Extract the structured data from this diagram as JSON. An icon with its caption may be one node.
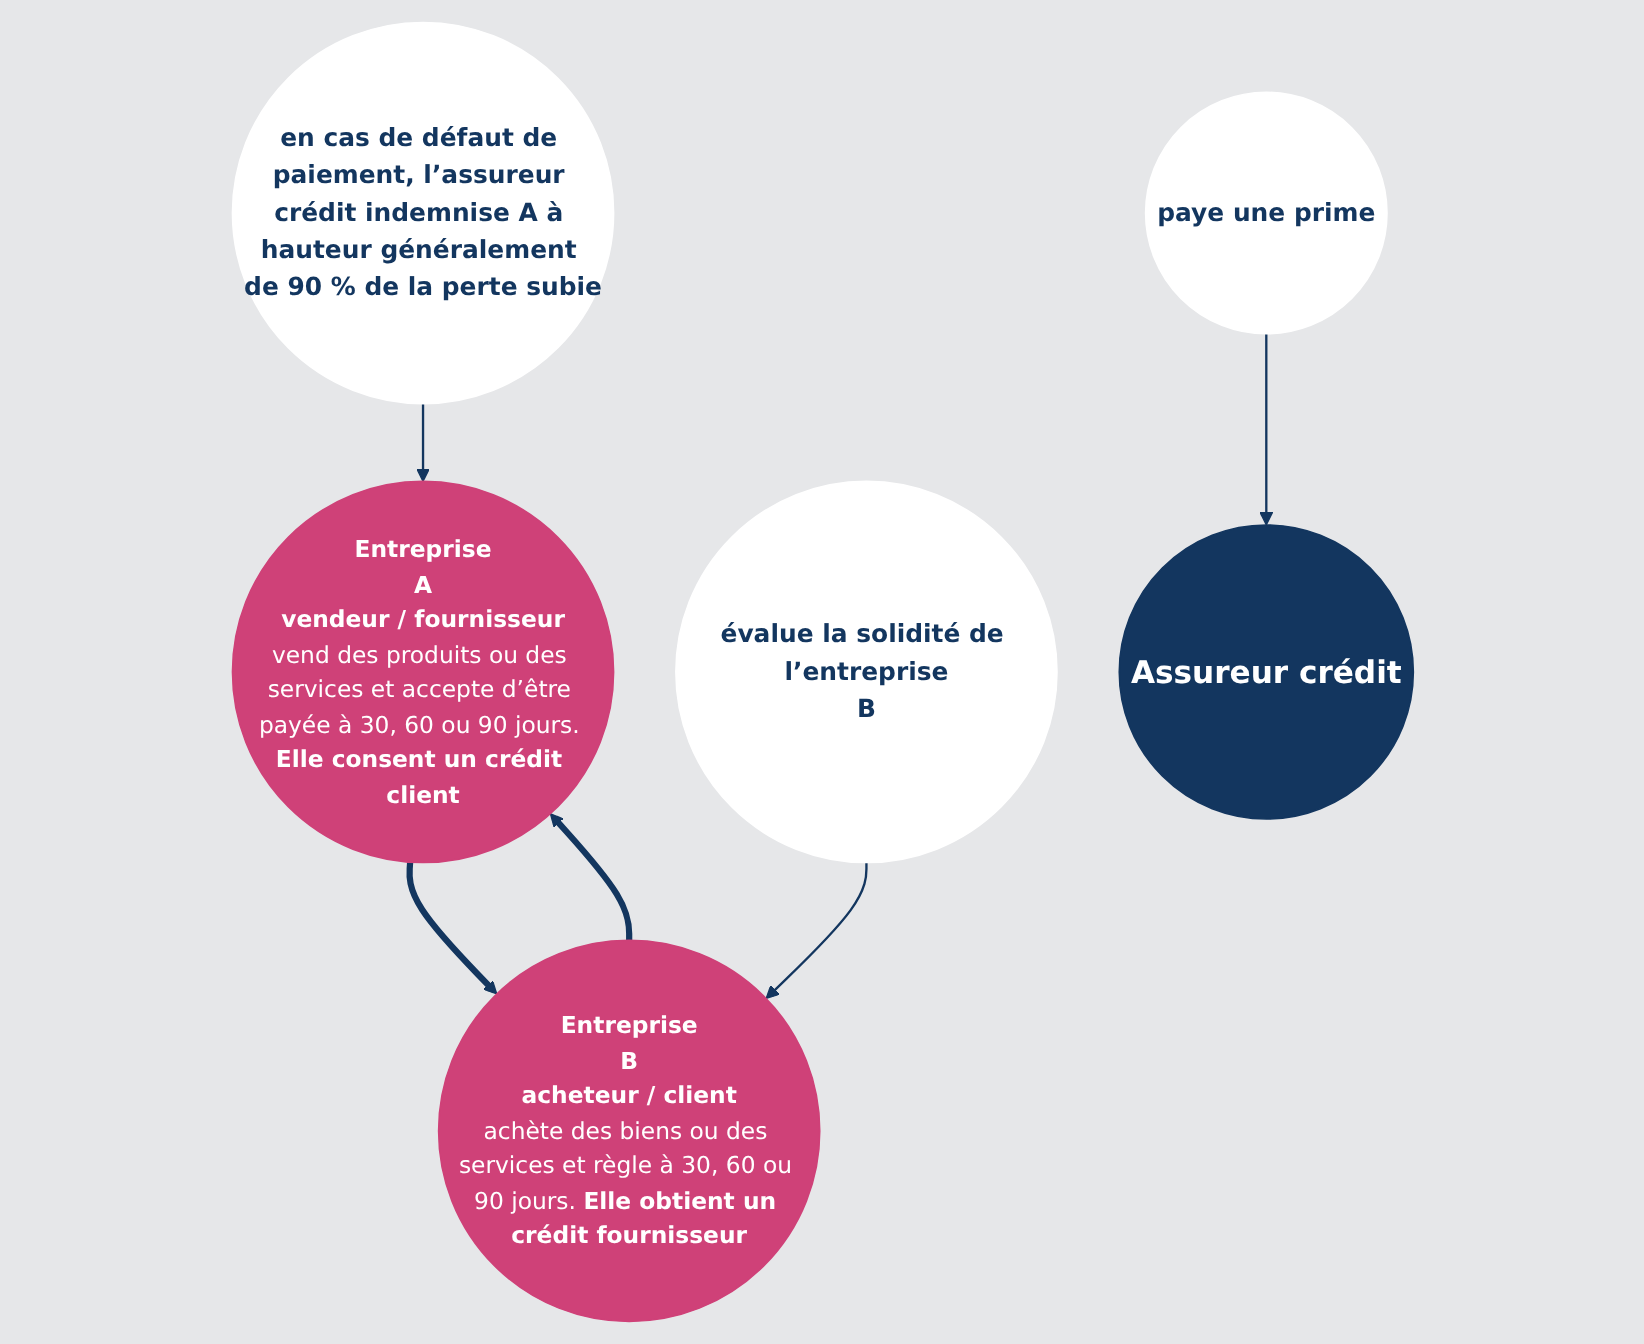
{
  "diagram": {
    "nodes": [
      {
        "text": [
          "Entreprise",
          "A",
          "vendeur / fournisseur",
          "vend des produits ou des services et accepte d’être payée à 30, 60 ou 90 jours. **Elle consent un crédit client**"
        ]
      },
      {
        "text": [
          "Entreprise",
          "B",
          "acheteur / client",
          "achète des biens ou des services et règle à 30, 60 ou 90 jours. **Elle obtient un crédit fournisseur**"
        ]
      },
      {
        "text": [
          "paye une prime"
        ]
      },
      {
        "text": [
          "en cas de défaut de paiement, l’assureur crédit indemnise A à hauteur généralement de 90 % de la perte subie"
        ]
      },
      {
        "text": [
          "évalue la solidité de l’entreprise",
          "B"
        ]
      },
      {
        "text": [
          "Assureur crédit"
        ]
      }
    ],
    "edges": [
      {
        "from": 0,
        "to": 1,
        "arrow": "to",
        "style": "thick"
      },
      {
        "from": 1,
        "to": 0,
        "arrow": "to",
        "style": "thick"
      },
      {
        "from": 2,
        "to": 5,
        "arrow": "to"
      },
      {
        "from": 3,
        "to": 0,
        "arrow": "to"
      },
      {
        "from": 4,
        "to": 1,
        "arrow": "to"
      }
    ]
  }
}
